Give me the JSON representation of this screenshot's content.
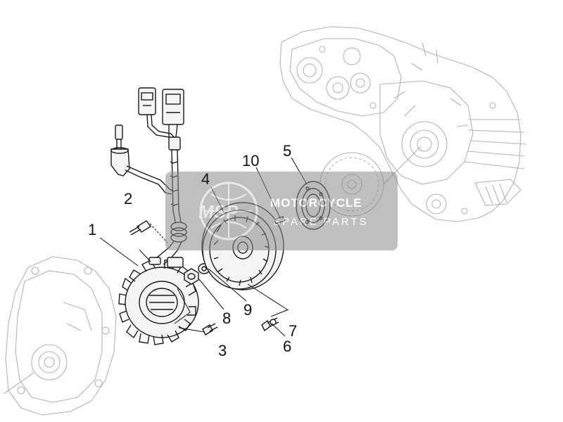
{
  "callouts": [
    {
      "id": "1",
      "label": "1"
    },
    {
      "id": "2",
      "label": "2"
    },
    {
      "id": "3",
      "label": "3"
    },
    {
      "id": "4",
      "label": "4"
    },
    {
      "id": "5",
      "label": "5"
    },
    {
      "id": "6",
      "label": "6"
    },
    {
      "id": "7",
      "label": "7"
    },
    {
      "id": "8",
      "label": "8"
    },
    {
      "id": "9",
      "label": "9"
    },
    {
      "id": "10",
      "label": "10"
    }
  ],
  "watermark": {
    "logo": "MSP",
    "line1": "MOTORCYCLE",
    "line2": "SPARE PARTS"
  },
  "colors": {
    "ink": "#111111",
    "ghost_lines": "#b4b4b4",
    "watermark_bg": "#8c8c8c"
  }
}
